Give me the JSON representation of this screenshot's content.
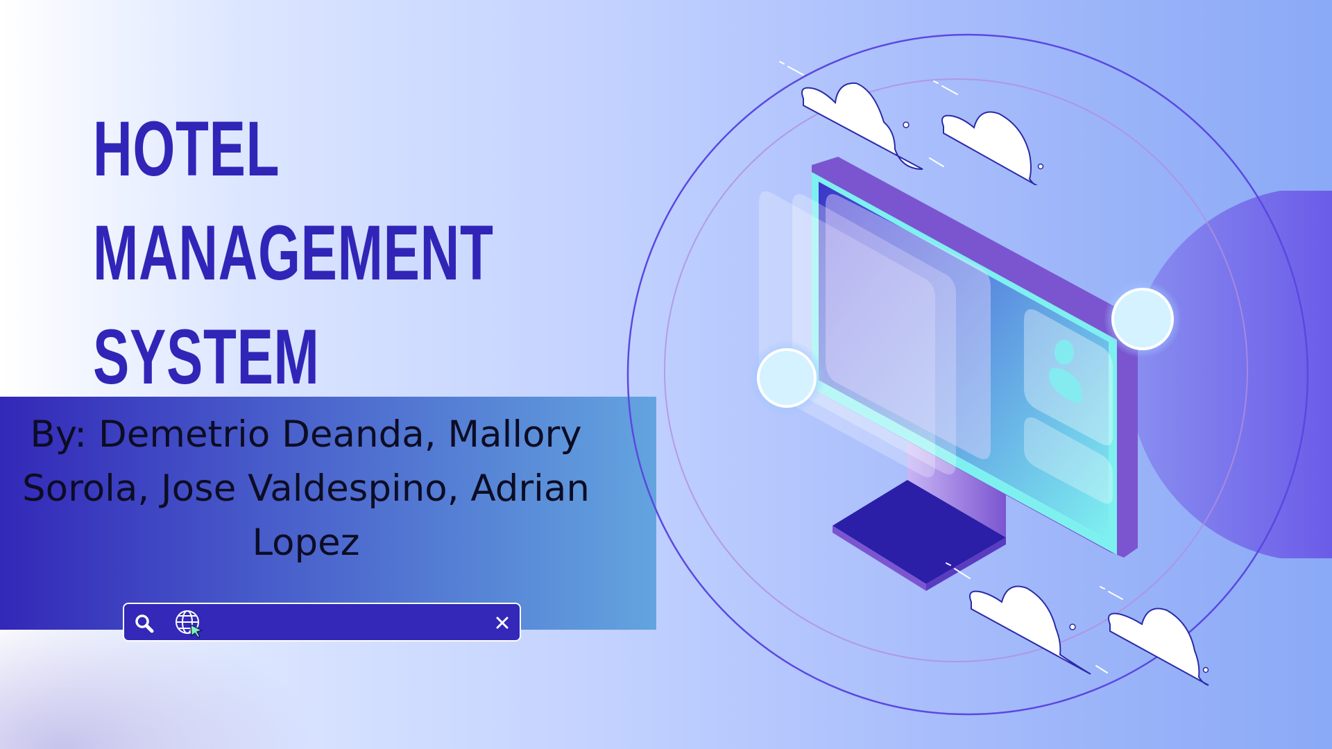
{
  "slide": {
    "title_lines": [
      "HOTEL",
      "MANAGEMENT",
      "SYSTEM"
    ],
    "authors": "By: Demetrio Deanda, Mallory Sorola, Jose Valdespino, Adrian Lopez"
  },
  "search_bar": {
    "icons": [
      "search-icon",
      "globe-cursor-icon",
      "close-icon"
    ]
  },
  "illustration": {
    "subject": "computer-monitor-with-clouds"
  },
  "colors": {
    "title": "#3125b8",
    "panel_start": "#3328b8",
    "panel_end": "#63a4df",
    "accent_cyan": "#7ff0f0",
    "monitor_purple": "#7b55d0"
  }
}
